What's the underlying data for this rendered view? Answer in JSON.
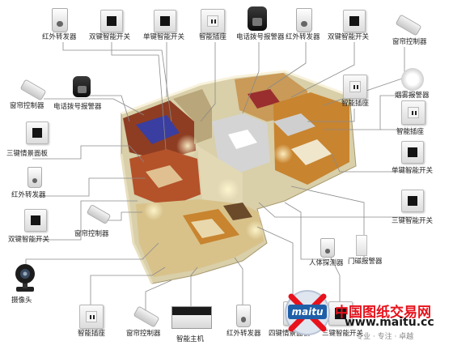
{
  "labels": {
    "ir_top1": "红外转发器",
    "dual_top": "双键智能开关",
    "single_top": "单键智能开关",
    "socket_top": "智能插座",
    "phone_top": "电话拨号报警器",
    "ir_top2": "红外转发器",
    "dual_top2": "双键智能开关",
    "curtain_r": "窗帘控制器",
    "curtain_l": "窗帘控制器",
    "phone_l": "电话拨号报警器",
    "socket_r": "智能插座",
    "smoke_r": "烟雾报警器",
    "socket_r2": "智能插座",
    "scene_l": "三键情景面板",
    "single_r": "单键智能开关",
    "ir_l": "红外转发器",
    "triple_r": "三键智能开关",
    "dual_l": "双键智能开关",
    "curtain_mid": "窗帘控制器",
    "body_sensor": "人体探测器",
    "door_sensor": "门磁报警器",
    "camera": "摄像头",
    "socket_b": "智能插座",
    "curtain_b": "窗帘控制器",
    "host": "智能主机",
    "ir_b": "红外转发器",
    "quad_b": "四键情景面板",
    "triple_b": "三键智能开关"
  },
  "watermark": {
    "logo": "maitu",
    "cn": "中国图纸交易网",
    "url": "www.maitu.cc",
    "slogan": "专业 · 专注 · 卓越"
  },
  "colors": {
    "line": "#8a8a8a",
    "floor_wood": "#c8842f",
    "floor_tile": "#e2d8b4",
    "wall": "#f2ecd6",
    "brand_red": "#e8121c",
    "logo_blue": "#1f5fa8"
  }
}
